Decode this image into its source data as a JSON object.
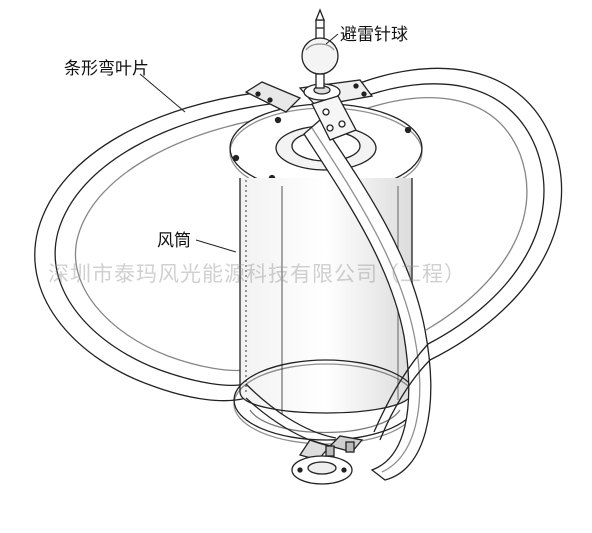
{
  "labels": {
    "lightning_rod": "避雷针球",
    "blade": "条形弯叶片",
    "wind_tube": "风筒"
  },
  "watermark": "深圳市泰玛风光能源科技有限公司（工程）",
  "colors": {
    "line": "#222222",
    "blade_fill": "#ffffff",
    "shade": "#e6e6e6",
    "watermark": "#969696"
  }
}
